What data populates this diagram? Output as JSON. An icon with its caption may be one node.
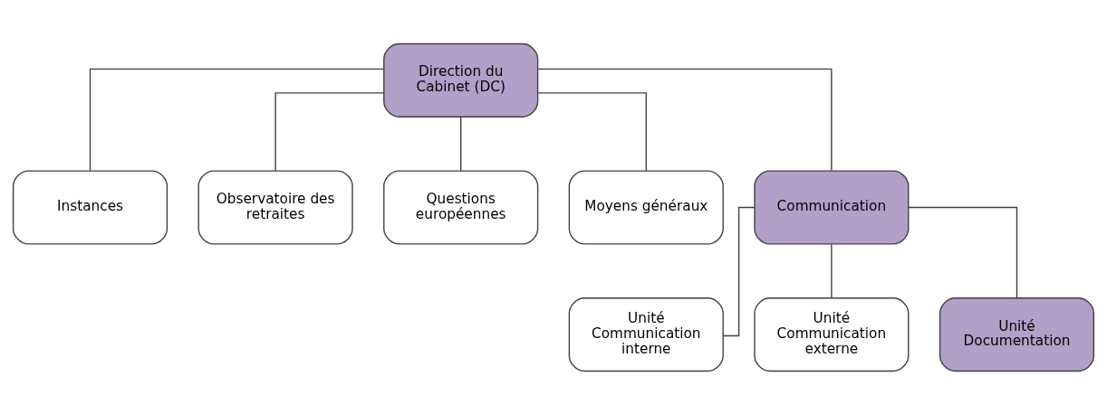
{
  "diagram": {
    "nodes": [
      {
        "text": [
          "Direction du Cabinet (DC)"
        ]
      },
      {
        "text": [
          "Instances"
        ]
      },
      {
        "text": [
          "Observatoire des retraites"
        ]
      },
      {
        "text": [
          "Questions européennes"
        ]
      },
      {
        "text": [
          "Moyens généraux"
        ]
      },
      {
        "text": [
          "Communication"
        ]
      },
      {
        "text": [
          "Unité Communication interne"
        ]
      },
      {
        "text": [
          "Unité Communication externe"
        ]
      },
      {
        "text": [
          "Unité Documentation"
        ]
      }
    ],
    "edges": [
      {
        "from": 0,
        "to": 1,
        "arrow": "none"
      },
      {
        "from": 0,
        "to": 2,
        "arrow": "none"
      },
      {
        "from": 0,
        "to": 3,
        "arrow": "none"
      },
      {
        "from": 0,
        "to": 4,
        "arrow": "none"
      },
      {
        "from": 0,
        "to": 5,
        "arrow": "none"
      },
      {
        "from": 5,
        "to": 6,
        "arrow": "none"
      },
      {
        "from": 5,
        "to": 7,
        "arrow": "none"
      },
      {
        "from": 5,
        "to": 8,
        "arrow": "none"
      }
    ]
  }
}
